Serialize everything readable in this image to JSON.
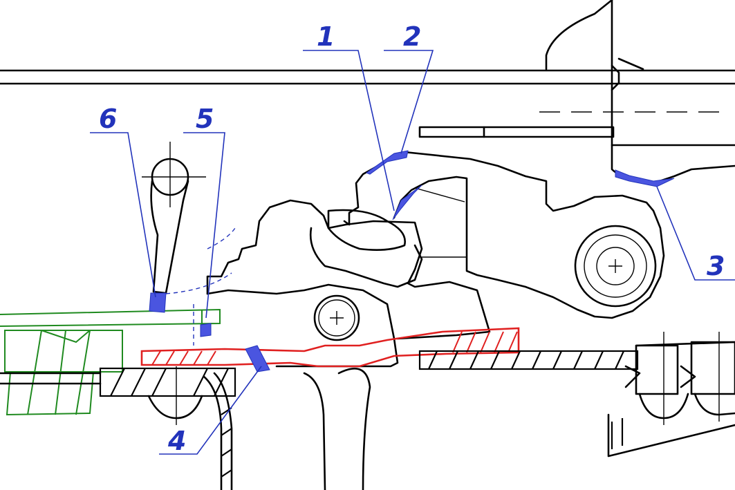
{
  "colors": {
    "background": "#ffffff",
    "ink": "#000000",
    "callout": "#2233bb",
    "highlight": "#4a55e0",
    "disconnector": "#1f8a1f",
    "trigger_bar": "#e02020"
  },
  "callouts": [
    {
      "id": "1",
      "label": "1"
    },
    {
      "id": "2",
      "label": "2"
    },
    {
      "id": "3",
      "label": "3"
    },
    {
      "id": "4",
      "label": "4"
    },
    {
      "id": "5",
      "label": "5"
    },
    {
      "id": "6",
      "label": "6"
    }
  ]
}
